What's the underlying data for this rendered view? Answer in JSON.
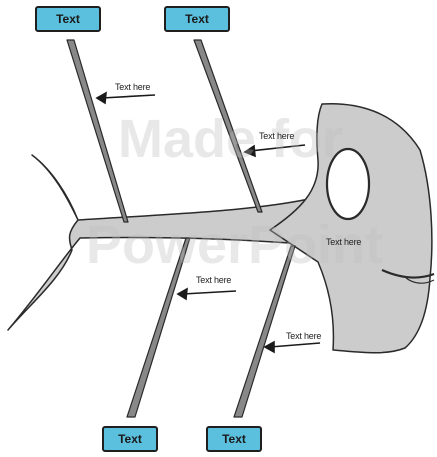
{
  "watermark": {
    "line1": "Made for",
    "line2": "PowerPoint"
  },
  "boxes": {
    "top_left": "Text",
    "top_right": "Text",
    "bottom_left": "Text",
    "bottom_right": "Text"
  },
  "labels": {
    "upper_left": "Text here",
    "upper_right": "Text here",
    "head": "Text here",
    "lower_left": "Text here",
    "lower_right": "Text here"
  },
  "colors": {
    "box_fill": "#5bc0de",
    "fish_fill": "#cccccc",
    "outline": "#2a2a2a"
  }
}
